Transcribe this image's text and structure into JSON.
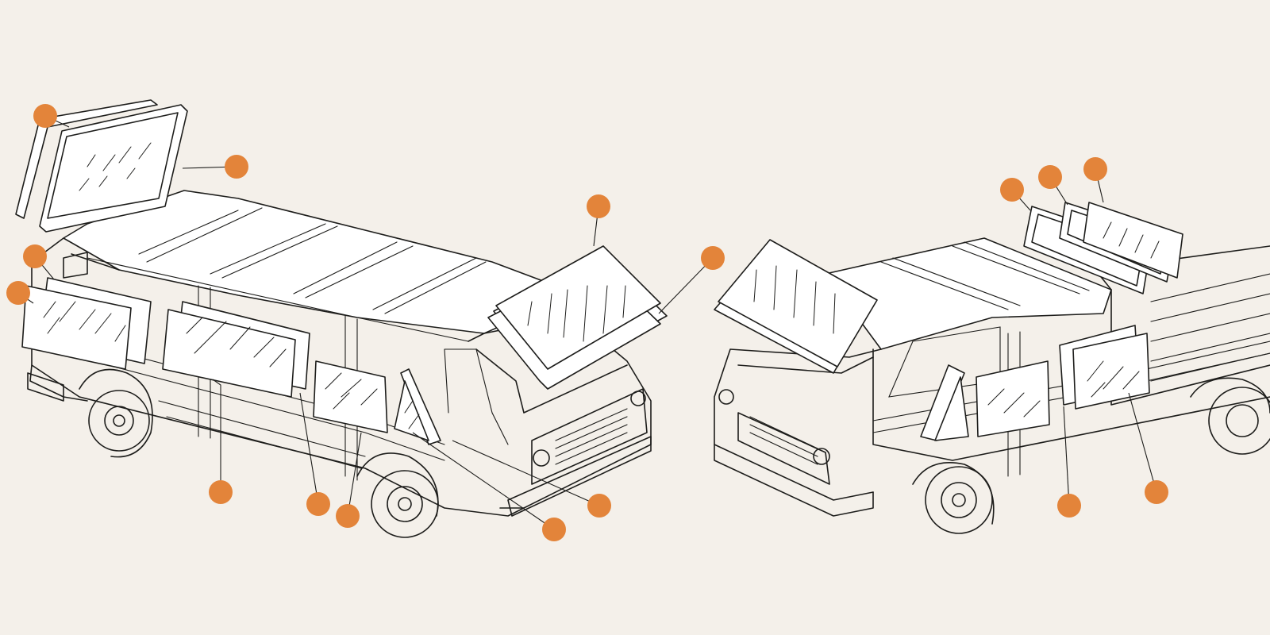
{
  "colors": {
    "background": "#f4f0ea",
    "ink": "#1d1d1b",
    "callout_dot": "#e3843a"
  },
  "callouts": [
    {
      "id": "left-top-window"
    },
    {
      "id": "left-top-seal"
    },
    {
      "id": "left-rear-seal"
    },
    {
      "id": "left-rear-window"
    },
    {
      "id": "left-roof-hatch"
    },
    {
      "id": "left-windshield"
    },
    {
      "id": "left-middle-window"
    },
    {
      "id": "left-middle-seal"
    },
    {
      "id": "left-door-window"
    },
    {
      "id": "left-vent-window"
    },
    {
      "id": "left-vent-seal"
    },
    {
      "id": "right-top-seal-1"
    },
    {
      "id": "right-top-seal-2"
    },
    {
      "id": "right-top-window"
    },
    {
      "id": "right-side-window"
    },
    {
      "id": "right-side-seal"
    }
  ]
}
